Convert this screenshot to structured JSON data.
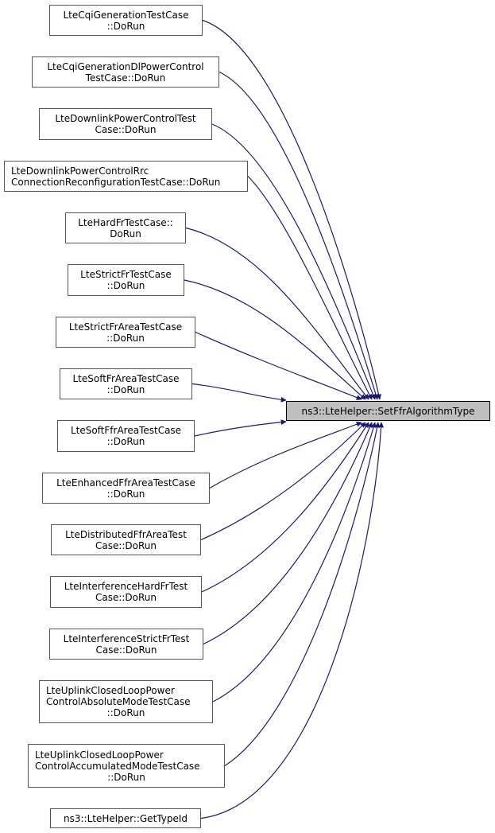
{
  "diagram": {
    "type": "call-graph",
    "edge_color": "#191970",
    "target": {
      "id": "target",
      "lines": [
        "ns3::LteHelper::SetFfrAlgorithmType"
      ],
      "fill": "#bfbfbf"
    },
    "callers": [
      {
        "id": "n1",
        "lines": [
          "LteCqiGenerationTestCase",
          "::DoRun"
        ]
      },
      {
        "id": "n2",
        "lines": [
          "LteCqiGenerationDlPowerControl",
          "TestCase::DoRun"
        ]
      },
      {
        "id": "n3",
        "lines": [
          "LteDownlinkPowerControlTest",
          "Case::DoRun"
        ]
      },
      {
        "id": "n4",
        "lines": [
          "LteDownlinkPowerControlRrc",
          "ConnectionReconfigurationTestCase::DoRun"
        ]
      },
      {
        "id": "n5",
        "lines": [
          "LteHardFrTestCase::",
          "DoRun"
        ]
      },
      {
        "id": "n6",
        "lines": [
          "LteStrictFrTestCase",
          "::DoRun"
        ]
      },
      {
        "id": "n7",
        "lines": [
          "LteStrictFrAreaTestCase",
          "::DoRun"
        ]
      },
      {
        "id": "n8",
        "lines": [
          "LteSoftFrAreaTestCase",
          "::DoRun"
        ]
      },
      {
        "id": "n9",
        "lines": [
          "LteSoftFfrAreaTestCase",
          "::DoRun"
        ]
      },
      {
        "id": "n10",
        "lines": [
          "LteEnhancedFfrAreaTestCase",
          "::DoRun"
        ]
      },
      {
        "id": "n11",
        "lines": [
          "LteDistributedFfrAreaTest",
          "Case::DoRun"
        ]
      },
      {
        "id": "n12",
        "lines": [
          "LteInterferenceHardFrTest",
          "Case::DoRun"
        ]
      },
      {
        "id": "n13",
        "lines": [
          "LteInterferenceStrictFrTest",
          "Case::DoRun"
        ]
      },
      {
        "id": "n14",
        "lines": [
          "LteUplinkClosedLoopPower",
          "ControlAbsoluteModeTestCase",
          "::DoRun"
        ]
      },
      {
        "id": "n15",
        "lines": [
          "LteUplinkClosedLoopPower",
          "ControlAccumulatedModeTestCase",
          "::DoRun"
        ]
      },
      {
        "id": "n16",
        "lines": [
          "ns3::LteHelper::GetTypeId"
        ]
      }
    ]
  }
}
